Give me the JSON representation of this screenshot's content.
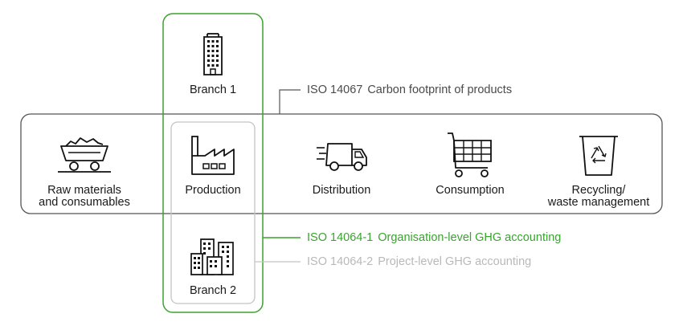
{
  "branch1": {
    "label": "Branch 1"
  },
  "branch2": {
    "label": "Branch 2"
  },
  "stages": [
    {
      "label": "Raw materials\nand consumables",
      "icon": "mine-cart-icon"
    },
    {
      "label": "Production",
      "icon": "factory-icon"
    },
    {
      "label": "Distribution",
      "icon": "delivery-truck-icon"
    },
    {
      "label": "Consumption",
      "icon": "shopping-cart-icon"
    },
    {
      "label": "Recycling/\nwaste management",
      "icon": "recycling-bin-icon"
    }
  ],
  "standards": [
    {
      "code": "ISO 14067",
      "title": "Carbon footprint of products",
      "color": "#4a4a4a"
    },
    {
      "code": "ISO 14064-1",
      "title": "Organisation-level GHG accounting",
      "color": "#3aa32f"
    },
    {
      "code": "ISO 14064-2",
      "title": "Project-level GHG accounting",
      "color": "#b9b9b9"
    }
  ],
  "colors": {
    "green": "#3aa32f",
    "dark": "#555555",
    "grey": "#bdbdbd"
  }
}
